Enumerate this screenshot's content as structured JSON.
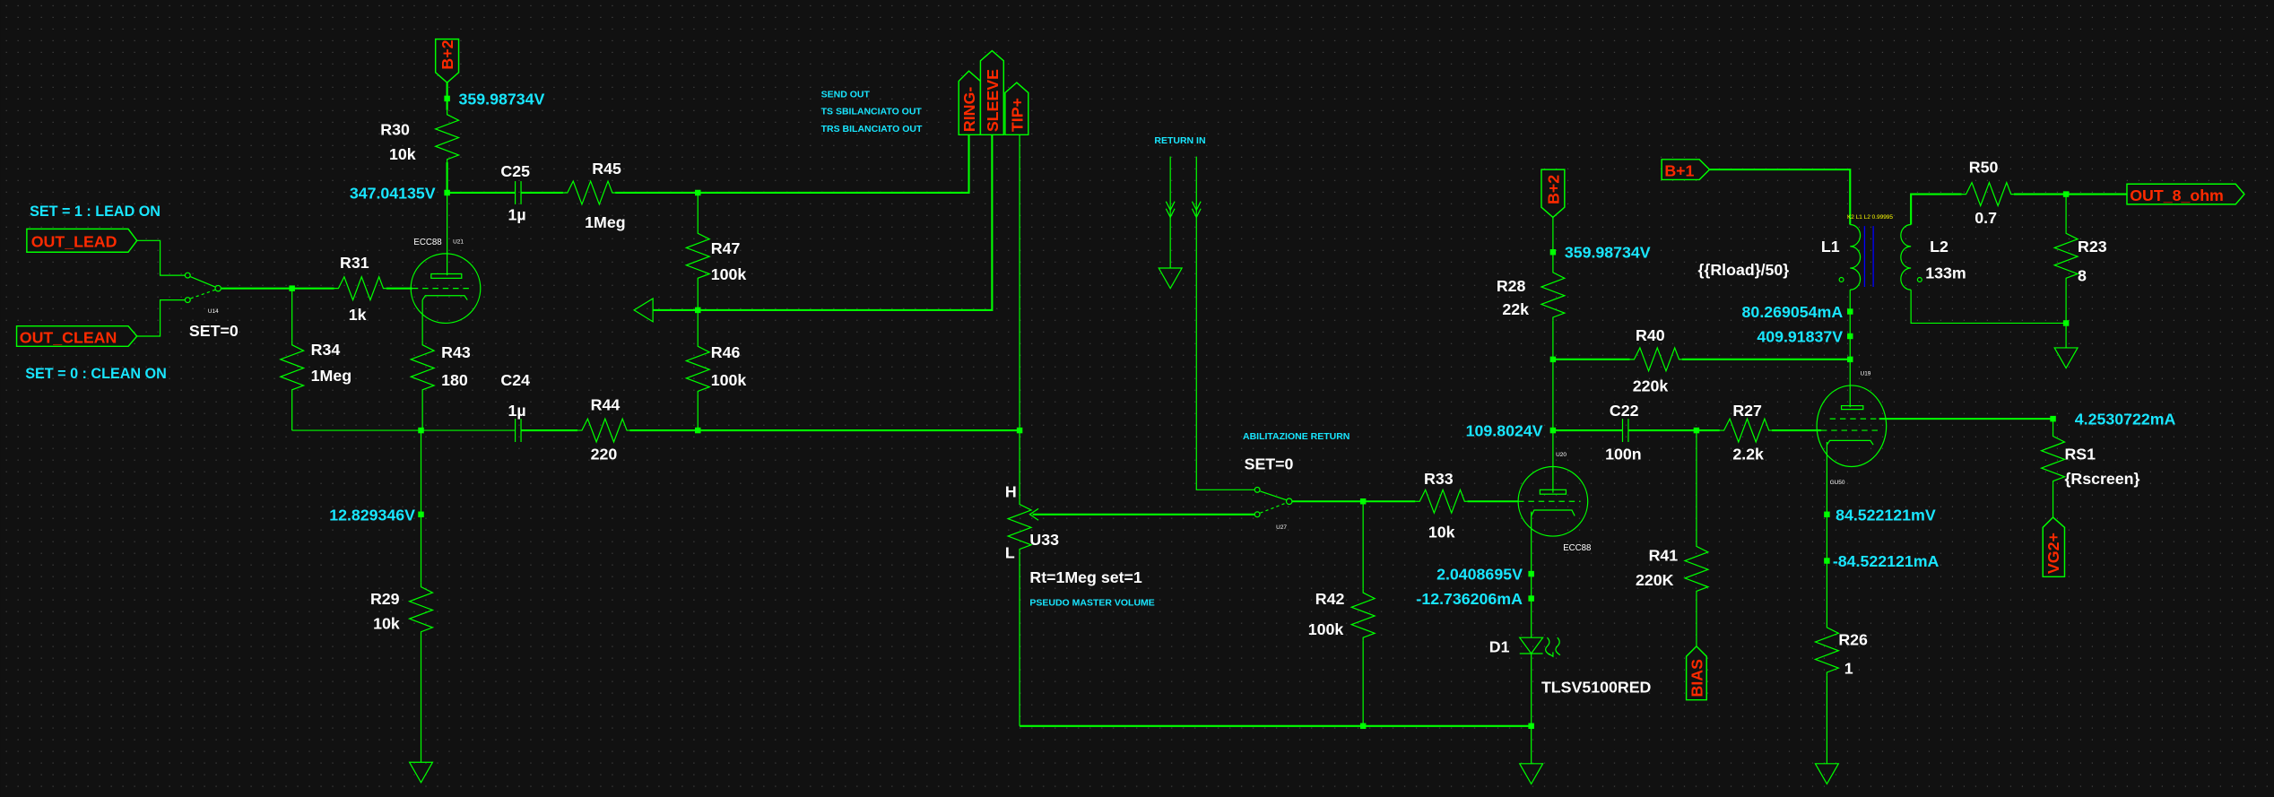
{
  "colors": {
    "background": "#111111",
    "wire": "#00ff00",
    "probe_text": "#19e6ff",
    "flag_text": "#ff2a00",
    "label_text": "#ffffff",
    "core": "#0000ff",
    "coupling_text": "#ffff00"
  },
  "flags": {
    "b_plus_2_left": "B+2",
    "b_plus_2_right": "B+2",
    "b_plus_1": "B+1",
    "out_lead": "OUT_LEAD",
    "out_clean": "OUT_CLEAN",
    "ring": "RING-",
    "sleeve": "SLEEVE",
    "tip": "TIP+",
    "out_8_ohm": "OUT_8_ohm",
    "bias": "BIAS",
    "vg2": "VG2+"
  },
  "notes": {
    "lead_on": "SET = 1 : LEAD ON",
    "clean_on": "SET = 0 : CLEAN ON",
    "send_out": "SEND OUT",
    "ts_out": "TS SBILANCIATO OUT",
    "trs_out": "TRS BILANCIATO OUT",
    "return_in": "RETURN IN",
    "abilitazione": "ABILITAZIONE RETURN",
    "pseudo_master": "PSEUDO MASTER VOLUME"
  },
  "components": {
    "R30": {
      "name": "R30",
      "value": "10k"
    },
    "C25": {
      "name": "C25",
      "value": "1µ"
    },
    "R45": {
      "name": "R45",
      "value": "1Meg"
    },
    "R47": {
      "name": "R47",
      "value": "100k"
    },
    "R46": {
      "name": "R46",
      "value": "100k"
    },
    "R31": {
      "name": "R31",
      "value": "1k"
    },
    "R34": {
      "name": "R34",
      "value": "1Meg"
    },
    "R43": {
      "name": "R43",
      "value": "180"
    },
    "C24": {
      "name": "C24",
      "value": "1µ"
    },
    "R44": {
      "name": "R44",
      "value": "220"
    },
    "R29": {
      "name": "R29",
      "value": "10k"
    },
    "U14": {
      "name": "U14",
      "value": "SET=0"
    },
    "U21": {
      "name": "U21",
      "value": "ECC88"
    },
    "U33": {
      "name": "U33",
      "value": "Rt=1Meg set=1",
      "pin_h": "H",
      "pin_l": "L"
    },
    "U27": {
      "name": "U27",
      "value": "SET=0"
    },
    "R33": {
      "name": "R33",
      "value": "10k"
    },
    "R42": {
      "name": "R42",
      "value": "100k"
    },
    "U20": {
      "name": "U20",
      "value": "ECC88"
    },
    "D1": {
      "name": "D1",
      "value": "TLSV5100RED"
    },
    "C22": {
      "name": "C22",
      "value": "100n"
    },
    "R27": {
      "name": "R27",
      "value": "2.2k"
    },
    "R41": {
      "name": "R41",
      "value": "220K"
    },
    "R28": {
      "name": "R28",
      "value": "22k"
    },
    "R40": {
      "name": "R40",
      "value": "220k"
    },
    "U19": {
      "name": "U19",
      "value": "GU50"
    },
    "R26": {
      "name": "R26",
      "value": "1"
    },
    "RS1": {
      "name": "RS1",
      "value": "{Rscreen}"
    },
    "L1": {
      "name": "L1",
      "value": "{{Rload}/50}"
    },
    "L2": {
      "name": "L2",
      "value": "133m"
    },
    "R50": {
      "name": "R50",
      "value": "0.7"
    },
    "R23": {
      "name": "R23",
      "value": "8"
    },
    "K2": {
      "directive": "K2 L1 L2 0.99995"
    }
  },
  "probes": {
    "v_b2_left": "359.98734V",
    "v_r30_bottom": "347.04135V",
    "v_r29_top": "12.829346V",
    "v_b2_right": "359.98734V",
    "v_u20_plate": "109.8024V",
    "v_u20_cathode": "2.0408695V",
    "i_u20_cathode": "-12.736206mA",
    "i_l1": "80.269054mA",
    "v_u19_plate": "409.91837V",
    "i_screen": "4.2530722mA",
    "v_u19_cathode": "84.522121mV",
    "i_u19_cathode": "-84.522121mA"
  }
}
